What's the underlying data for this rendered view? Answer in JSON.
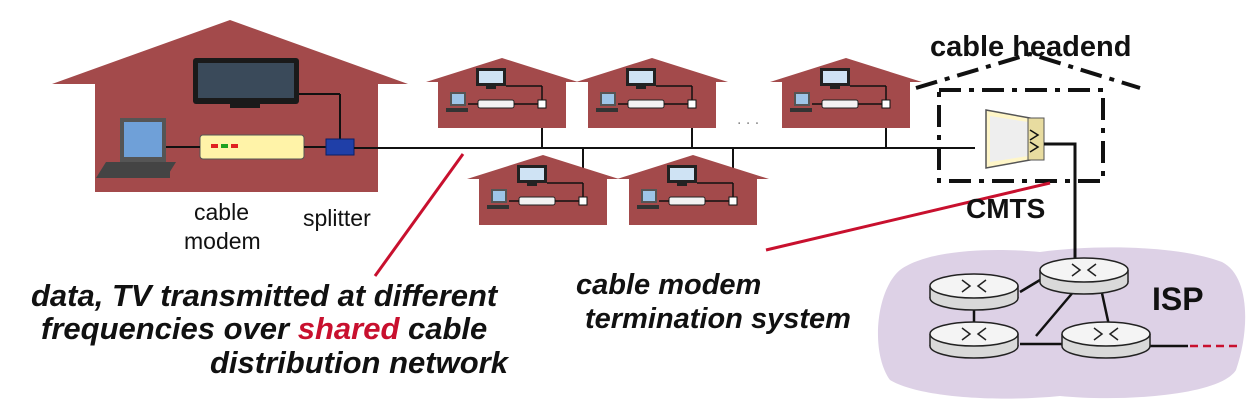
{
  "labels": {
    "headend": "cable headend",
    "cable_modem_l1": "cable",
    "cable_modem_l2": "modem",
    "splitter": "splitter",
    "cmts": "CMTS",
    "isp": "ISP",
    "ellipsis": ". . .",
    "cmts_desc_l1": "cable modem",
    "cmts_desc_l2": "termination system",
    "note_l1": "data, TV transmitted at different",
    "note_l2a": "frequencies over ",
    "note_l2b": "shared",
    "note_l2c": " cable",
    "note_l3": "distribution network"
  },
  "colors": {
    "house": "#a34a4b",
    "isp_cloud": "#ddd1e6",
    "accent_red": "#c8102e",
    "modem_body": "#fff3a8",
    "splitter_blue": "#1f3fa8"
  },
  "icons": [
    "house-icon",
    "tv-icon",
    "computer-icon",
    "cable-modem-icon",
    "splitter-icon",
    "cmts-icon",
    "router-icon"
  ]
}
